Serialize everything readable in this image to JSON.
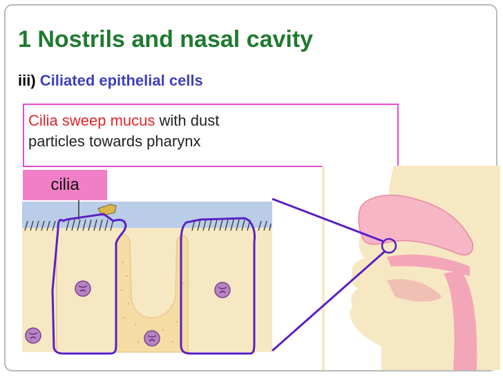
{
  "title": "1 Nostrils and nasal cavity",
  "subtitle": {
    "prefix": "iii)",
    "text": "Ciliated epithelial cells"
  },
  "caption": {
    "highlight": "Cilia sweep mucus",
    "rest_line1": " with dust",
    "line2": "particles towards pharynx"
  },
  "label": "cilia",
  "colors": {
    "title": "#1f7a2f",
    "subtitle_accent": "#3d3fbf",
    "highlight": "#e0262b",
    "box_border": "#e34bd6",
    "label_bg": "#f07fc7",
    "outline": "#5a1fc4"
  }
}
